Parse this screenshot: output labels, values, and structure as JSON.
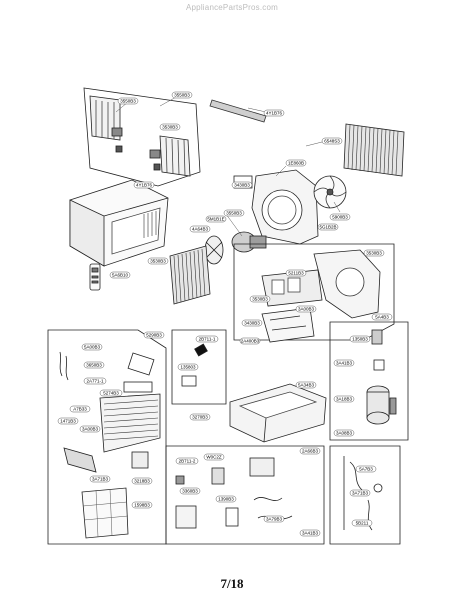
{
  "watermark": "AppliancePartsPros.com",
  "page_number": "7/18",
  "callouts": {
    "c1": "3550B3",
    "c2": "3550B3",
    "c3": "3530B3",
    "c4": "4Y1B76",
    "c5": "4Y1B76",
    "c6": "6548S3",
    "c7": "1E860B",
    "c8": "3430B3",
    "c9": "5900B3",
    "c10": "5G1B2B",
    "c11": "3550B3",
    "c12": "5M1B1E",
    "c13": "4A64B3",
    "c14": "3530B3",
    "c15": "5A6B10",
    "c16": "3530B3",
    "c17": "5211B3",
    "c18": "3430B3",
    "c19": "2A400B3",
    "c20": "5290B3",
    "c21": "5A00B3",
    "c22": "3650B3",
    "c23": "2B711-1",
    "c24": "135803",
    "c25": "3530B3",
    "c26": "3A00B3",
    "c27": "5A34B3",
    "c28": "5A4B3",
    "c29": "1350B3",
    "c30": "5274B3",
    "c31": "2A771-1",
    "c32": "A7B33",
    "c33": "1471B3",
    "c34": "3A00B3",
    "c35": "3A71B3",
    "c36": "3218B3",
    "c37": "1598B3",
    "c38": "3270B3",
    "c39": "3A41B3",
    "c40": "3A18B3",
    "c41": "2B711-2",
    "c42": "W0C2Z",
    "c43": "3360B3",
    "c44": "1390B3",
    "c45": "2A66B3",
    "c46": "3A79B3",
    "c47": "3A41B3",
    "c48": "5A7B3",
    "c49": "3A71B3",
    "c50": "5B211",
    "c51": "3A08B3"
  }
}
